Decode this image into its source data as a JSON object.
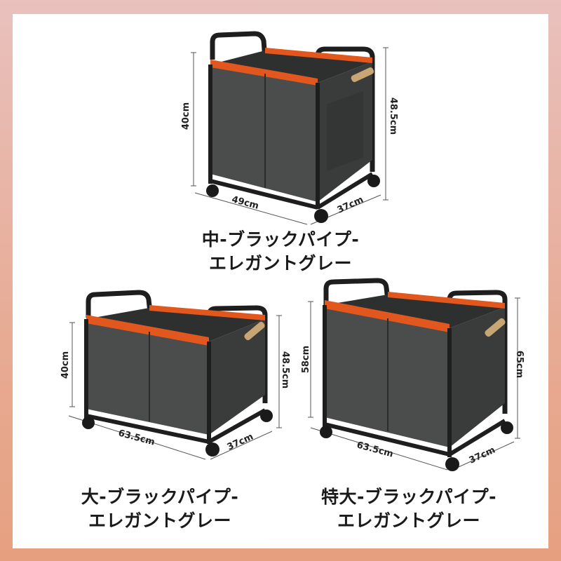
{
  "products": [
    {
      "id": "medium",
      "caption_line1": "中-ブラックパイプ-",
      "caption_line2": "エレガントグレー",
      "dims": {
        "inner_height": "40cm",
        "total_height": "48.5cm",
        "width": "49cm",
        "depth": "37cm"
      }
    },
    {
      "id": "large",
      "caption_line1": "大-ブラックパイプ-",
      "caption_line2": "エレガントグレー",
      "dims": {
        "inner_height": "40cm",
        "total_height": "48.5cm",
        "width": "63.5cm",
        "depth": "37cm"
      }
    },
    {
      "id": "extra-large",
      "caption_line1": "特大-ブラックパイプ-",
      "caption_line2": "エレガントグレー",
      "dims": {
        "inner_height": "58cm",
        "total_height": "65cm",
        "width": "63.5cm",
        "depth": "37cm"
      }
    }
  ],
  "colors": {
    "frame": "#1e1e1e",
    "fabric": "#4a4d4b",
    "fabric_dark": "#3a3c3b",
    "accent": "#e2571d",
    "wood": "#c8a574",
    "background": "#e8b09c"
  }
}
